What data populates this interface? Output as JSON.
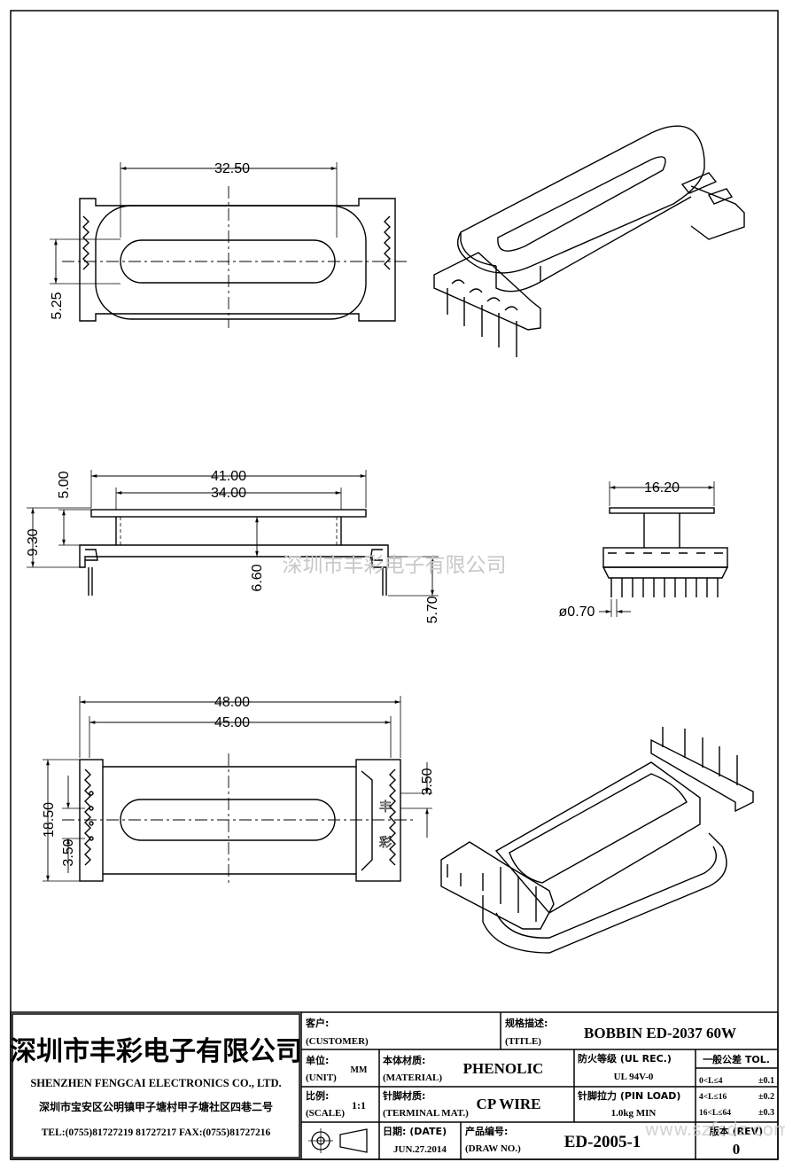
{
  "dimensions": {
    "top_view": {
      "width": "32.50",
      "height": "5.25"
    },
    "side_view": {
      "overall": "41.00",
      "inner": "34.00",
      "flange_h": "5.00",
      "total_h": "9.30",
      "body_h": "6.60",
      "pin_len": "5.70"
    },
    "end_view": {
      "width": "16.20",
      "pin_dia": "ø0.70"
    },
    "bottom_view": {
      "overall": "48.00",
      "inner": "45.00",
      "width": "18.50",
      "pitch_left": "3.50",
      "pitch_right": "3.50"
    }
  },
  "watermark": {
    "center": "深圳市丰彩电子有限公司",
    "bottom": "www.szfcdz.com"
  },
  "title_block": {
    "company_cn": "深圳市丰彩电子有限公司",
    "company_en": "SHENZHEN FENGCAI ELECTRONICS CO., LTD.",
    "address": "深圳市宝安区公明镇甲子塘村甲子塘社区四巷二号",
    "contact": "TEL:(0755)81727219  81727217   FAX:(0755)81727216",
    "customer_cn": "客户:",
    "customer_en": "(CUSTOMER)",
    "title_cn": "规格描述:",
    "title_en": "(TITLE)",
    "title_value": "BOBBIN ED-2037 60W",
    "unit_cn": "单位:",
    "unit_en": "(UNIT)",
    "unit_value": "MM",
    "material_cn": "本体材质:",
    "material_en": "(MATERIAL)",
    "material_value": "PHENOLIC",
    "flame_cn": "防火等级 (UL REC.)",
    "flame_value": "UL 94V-0",
    "tol_cn": "一般公差 TOL.",
    "tol_rows": [
      {
        "range": "0<L≤4",
        "value": "±0.1"
      },
      {
        "range": "4<L≤16",
        "value": "±0.2"
      },
      {
        "range": "16<L≤64",
        "value": "±0.3"
      }
    ],
    "scale_cn": "比例:",
    "scale_en": "(SCALE)",
    "scale_value": "1:1",
    "terminal_cn": "针脚材质:",
    "terminal_en": "(TERMINAL MAT.)",
    "terminal_value": "CP WIRE",
    "pinload_cn": "针脚拉力 (PIN LOAD)",
    "pinload_value": "1.0kg MIN",
    "date_cn": "日期: (DATE)",
    "date_value": "JUN.27.2014",
    "drawno_cn": "产品编号:",
    "drawno_en": "(DRAW NO.)",
    "drawno_value": "ED-2005-1",
    "rev_cn": "版本 (REV)",
    "rev_value": "0"
  }
}
